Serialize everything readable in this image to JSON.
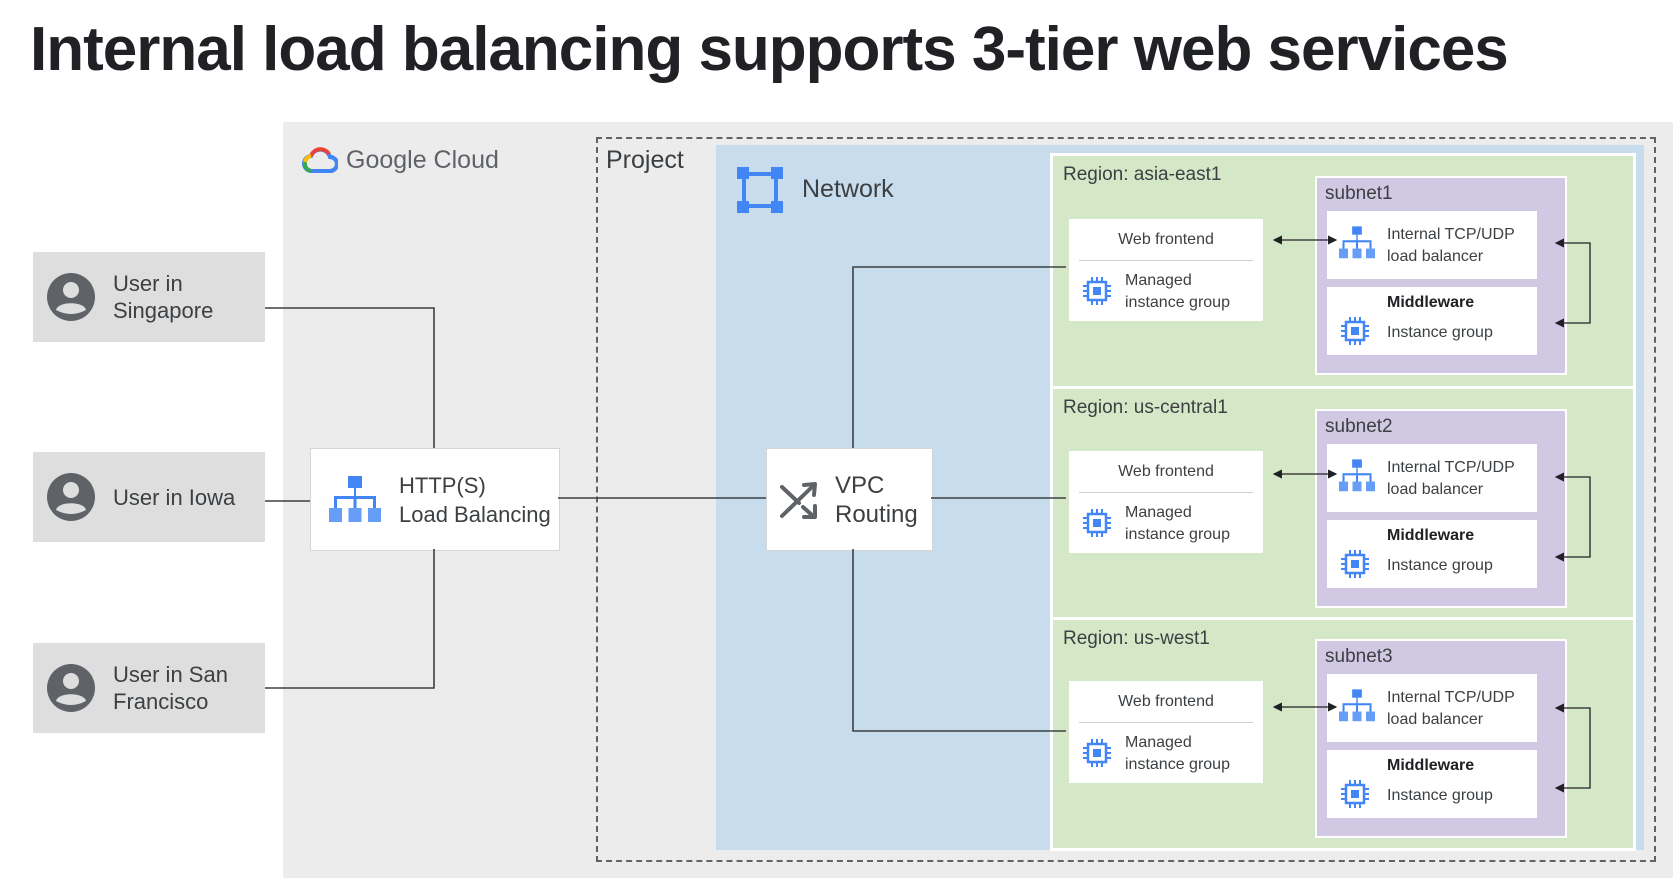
{
  "title": "Internal load balancing supports 3-tier web services",
  "google_cloud": {
    "label": "Google Cloud",
    "icon": "google-cloud-logo-icon"
  },
  "project": {
    "label": "Project"
  },
  "network": {
    "label": "Network",
    "icon": "network-icon"
  },
  "users": [
    {
      "label": "User in Singapore",
      "icon": "person-icon"
    },
    {
      "label": "User in Iowa",
      "icon": "person-icon"
    },
    {
      "label": "User in San Francisco",
      "icon": "person-icon"
    }
  ],
  "http_lb": {
    "line1": "HTTP(S)",
    "line2": "Load Balancing",
    "icon": "load-balancer-icon"
  },
  "vpc": {
    "line1": "VPC",
    "line2": "Routing",
    "icon": "shuffle-icon"
  },
  "regions": [
    {
      "label": "Region: asia-east1",
      "subnet": "subnet1",
      "web_frontend": {
        "title": "Web frontend",
        "line1": "Managed",
        "line2": "instance group"
      },
      "ilb": {
        "line1": "Internal TCP/UDP",
        "line2": "load balancer"
      },
      "middleware": {
        "title": "Middleware",
        "sub": "Instance group"
      }
    },
    {
      "label": "Region: us-central1",
      "subnet": "subnet2",
      "web_frontend": {
        "title": "Web frontend",
        "line1": "Managed",
        "line2": "instance group"
      },
      "ilb": {
        "line1": "Internal TCP/UDP",
        "line2": "load balancer"
      },
      "middleware": {
        "title": "Middleware",
        "sub": "Instance group"
      }
    },
    {
      "label": "Region: us-west1",
      "subnet": "subnet3",
      "web_frontend": {
        "title": "Web frontend",
        "line1": "Managed",
        "line2": "instance group"
      },
      "ilb": {
        "line1": "Internal TCP/UDP",
        "line2": "load balancer"
      },
      "middleware": {
        "title": "Middleware",
        "sub": "Instance group"
      }
    }
  ],
  "colors": {
    "accent_blue": "#4285f4",
    "region_green": "#d4e8c8",
    "subnet_purple": "#d1c9e3",
    "network_blue": "#c7dced",
    "panel_gray": "#ececec"
  }
}
